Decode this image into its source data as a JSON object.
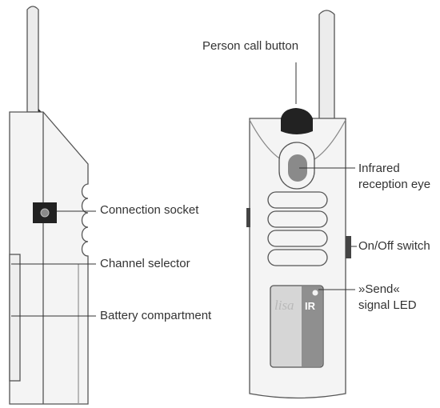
{
  "labels": {
    "person_call_button": "Person call button",
    "infrared_eye_line1": "Infrared",
    "infrared_eye_line2": "reception eye",
    "connection_socket": "Connection socket",
    "onoff_switch": "On/Off switch",
    "channel_selector": "Channel selector",
    "send_led_line1": "»Send«",
    "send_led_line2": "signal LED",
    "battery_compartment": "Battery compartment"
  },
  "device_logo": {
    "brand": "lisa",
    "mark": "IR"
  },
  "colors": {
    "outline": "#555555",
    "body_fill": "#f4f4f4",
    "antenna_fill": "#ececec",
    "dark_part": "#222222",
    "eye_fill": "#8a8a8a",
    "window_light": "#d6d6d6",
    "window_dark": "#8f8f8f",
    "leader": "#333333"
  }
}
